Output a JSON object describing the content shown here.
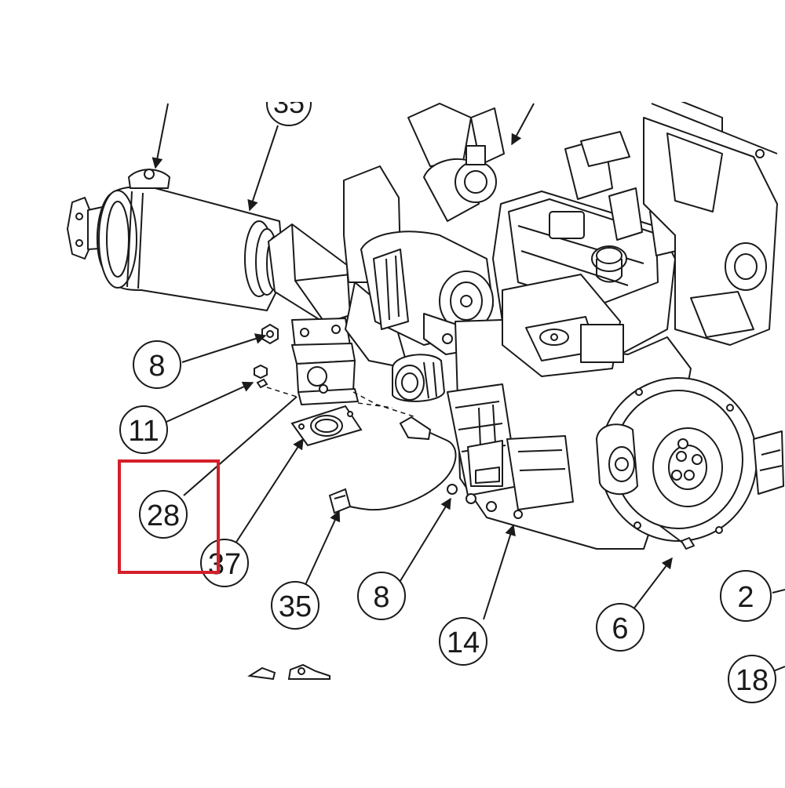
{
  "colors": {
    "line": "#1a1a1a",
    "background": "#ffffff",
    "highlight": "#d41f2a"
  },
  "callouts": [
    {
      "id": "c35-top",
      "label": "35"
    },
    {
      "id": "c8-left",
      "label": "8"
    },
    {
      "id": "c11",
      "label": "11"
    },
    {
      "id": "c28",
      "label": "28"
    },
    {
      "id": "c37",
      "label": "37"
    },
    {
      "id": "c35-bottom",
      "label": "35"
    },
    {
      "id": "c8-bottom",
      "label": "8"
    },
    {
      "id": "c14",
      "label": "14"
    },
    {
      "id": "c6",
      "label": "6"
    },
    {
      "id": "c2",
      "label": "2"
    },
    {
      "id": "c18",
      "label": "18"
    }
  ],
  "highlighted_callout": "28"
}
